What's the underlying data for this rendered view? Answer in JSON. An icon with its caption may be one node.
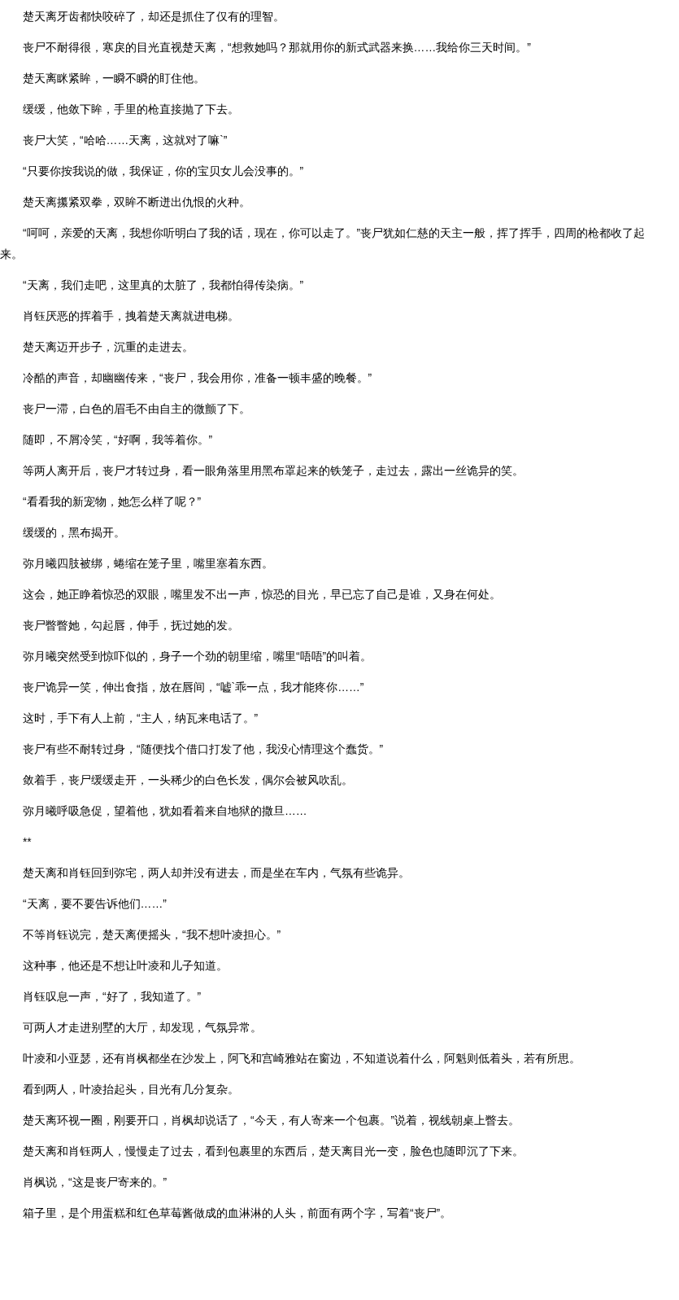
{
  "diagram": {
    "labels": [
      "楚天离牙齿都快咬碎了，却还是抓住了仅有的理智。",
      "丧尸不耐得很，寒戾的目光直视楚天离，“想救她吗？那就用你的新式武器来换……我给你三天时间。”",
      "楚天离眯紧眸，一瞬不瞬的盯住他。",
      "缓缓，他敛下眸，手里的枪直接抛了下去。",
      "丧尸大笑，“哈哈……天离，这就对了嘛`”",
      "“只要你按我说的做，我保证，你的宝贝女儿会没事的。”",
      "楚天离攥紧双拳，双眸不断迸出仇恨的火种。",
      "“呵呵，亲爱的天离，我想你听明白了我的话，现在，你可以走了。”丧尸犹如仁慈的天主一般，挥了挥手，四周的枪都收了起来。",
      "“天离，我们走吧，这里真的太脏了，我都怕得传染病。”",
      "肖钰厌恶的挥着手，拽着楚天离就进电梯。",
      "楚天离迈开步子，沉重的走进去。",
      "冷酷的声音，却幽幽传来，“丧尸，我会用你，准备一顿丰盛的晚餐。”",
      "丧尸一滞，白色的眉毛不由自主的微颤了下。",
      "随即，不屑冷笑，“好啊，我等着你。”",
      "等两人离开后，丧尸才转过身，看一眼角落里用黑布罩起来的铁笼子，走过去，露出一丝诡异的笑。",
      "“看看我的新宠物，她怎么样了呢？”",
      "缓缓的，黑布揭开。",
      "弥月曦四肢被绑，蜷缩在笼子里，嘴里塞着东西。",
      "这会，她正睁着惊恐的双眼，嘴里发不出一声，惊恐的目光，早已忘了自己是谁，又身在何处。",
      "丧尸瞥瞥她，勾起唇，伸手，抚过她的发。",
      "弥月曦突然受到惊吓似的，身子一个劲的朝里缩，嘴里“唔唔”的叫着。",
      "丧尸诡异一笑，伸出食指，放在唇间，“嘘`乖一点，我才能疼你……”",
      "这时，手下有人上前，“主人，纳瓦来电话了。”",
      "丧尸有些不耐转过身，“随便找个借口打发了他，我没心情理这个蠢货。”",
      "敛着手，丧尸缓缓走开，一头稀少的白色长发，偶尔会被风吹乱。",
      "弥月曦呼吸急促，望着他，犹如看着来自地狱的撒旦……",
      "**",
      "楚天离和肖钰回到弥宅，两人却并没有进去，而是坐在车内，气氛有些诡异。",
      "“天离，要不要告诉他们……”",
      "不等肖钰说完，楚天离便摇头，“我不想叶凌担心。”",
      "这种事，他还是不想让叶凌和儿子知道。",
      "肖钰叹息一声，“好了，我知道了。”",
      "可两人才走进别墅的大厅，却发现，气氛异常。",
      "叶凌和小亚瑟，还有肖枫都坐在沙发上，阿飞和宫崎雅站在窗边，不知道说着什么，阿魁则低着头，若有所思。",
      "看到两人，叶凌抬起头，目光有几分复杂。",
      "楚天离环视一圈，刚要开口，肖枫却说话了，“今天，有人寄来一个包裹。”说着，视线朝桌上瞥去。",
      "楚天离和肖钰两人，慢慢走了过去，看到包裹里的东西后，楚天离目光一变，脸色也随即沉了下来。",
      "肖枫说，“这是丧尸寄来的。”",
      "箱子里，是个用蛋糕和红色草莓酱做成的血淋淋的人头，前面有两个字，写着“丧尸”。"
    ]
  }
}
